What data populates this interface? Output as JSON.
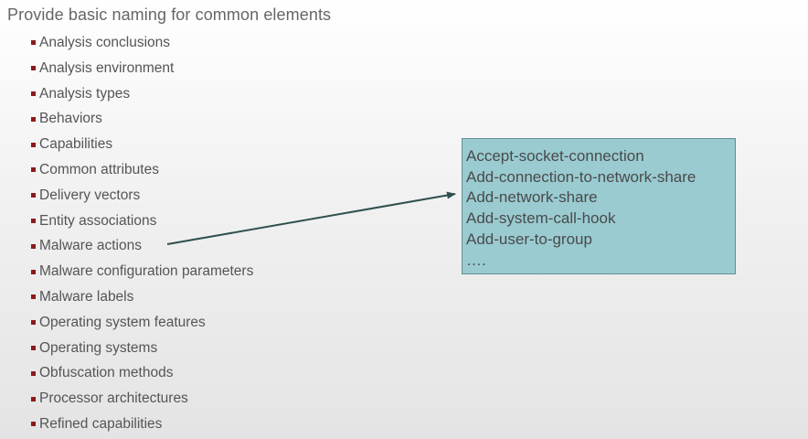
{
  "slide": {
    "title": "Provide basic naming for common elements",
    "bullets": [
      "Analysis conclusions",
      "Analysis environment",
      "Analysis types",
      "Behaviors",
      "Capabilities",
      "Common attributes",
      "Delivery vectors",
      "Entity associations",
      "Malware actions",
      "Malware configuration parameters",
      "Malware labels",
      "Operating system features",
      "Operating systems",
      "Obfuscation methods",
      "Processor architectures",
      "Refined capabilities"
    ],
    "callout": {
      "lines": [
        "Accept-socket-connection",
        "Add-connection-to-network-share",
        "Add-network-share",
        "Add-system-call-hook",
        "Add-user-to-group",
        "…."
      ]
    }
  },
  "colors": {
    "bullet_marker": "#8b1a1a",
    "callout_fill": "#99cbd1",
    "callout_border": "#5f8f96",
    "arrow": "#2f4f4f"
  }
}
